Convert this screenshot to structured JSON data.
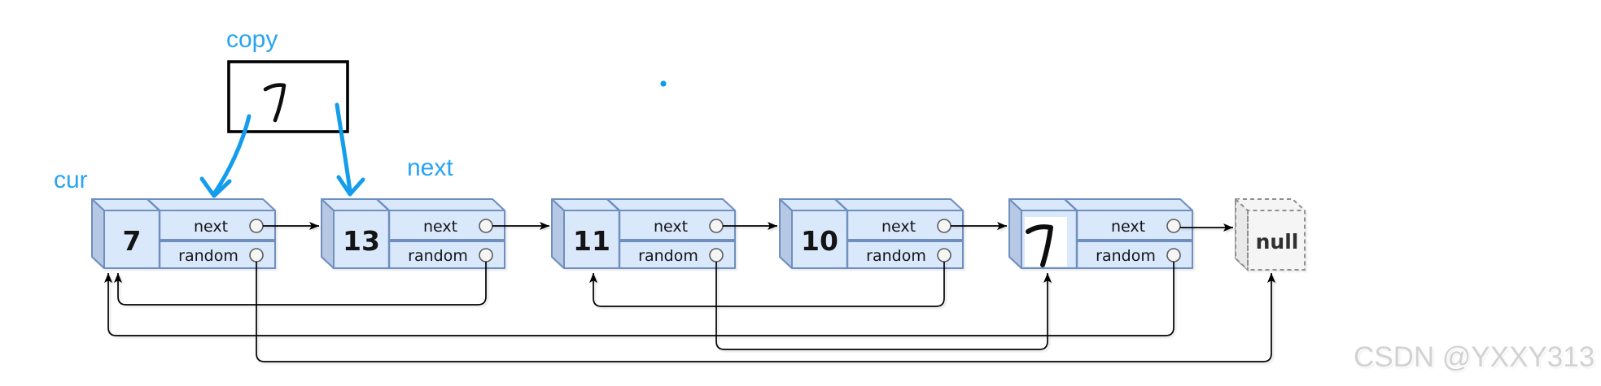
{
  "pointer_labels": {
    "cur": "cur",
    "copy": "copy",
    "next": "next"
  },
  "copy_box": {
    "value": "7"
  },
  "list": {
    "field_next": "next",
    "field_random": "random",
    "null_label": "null",
    "nodes": [
      {
        "value": "7",
        "next": "13",
        "random": "null (copied node pointed at by blue arrows)"
      },
      {
        "value": "13",
        "next": "11",
        "random": "node 1 (7)"
      },
      {
        "value": "11",
        "next": "10",
        "random": "node 5 (7)"
      },
      {
        "value": "10",
        "next": "7",
        "random": "node 3 (11)"
      },
      {
        "value": "7",
        "next": "null",
        "random": "node 1 (7)",
        "handwritten": true
      }
    ]
  },
  "colors": {
    "node_fill": "#dae8fc",
    "node_side_fill": "#b7c8e4",
    "node_border": "#6f8fbf",
    "annotation_blue": "#149ced",
    "label_blue": "#28a4f2",
    "wire_black": "#000000"
  },
  "watermark": "CSDN @YXXY313"
}
